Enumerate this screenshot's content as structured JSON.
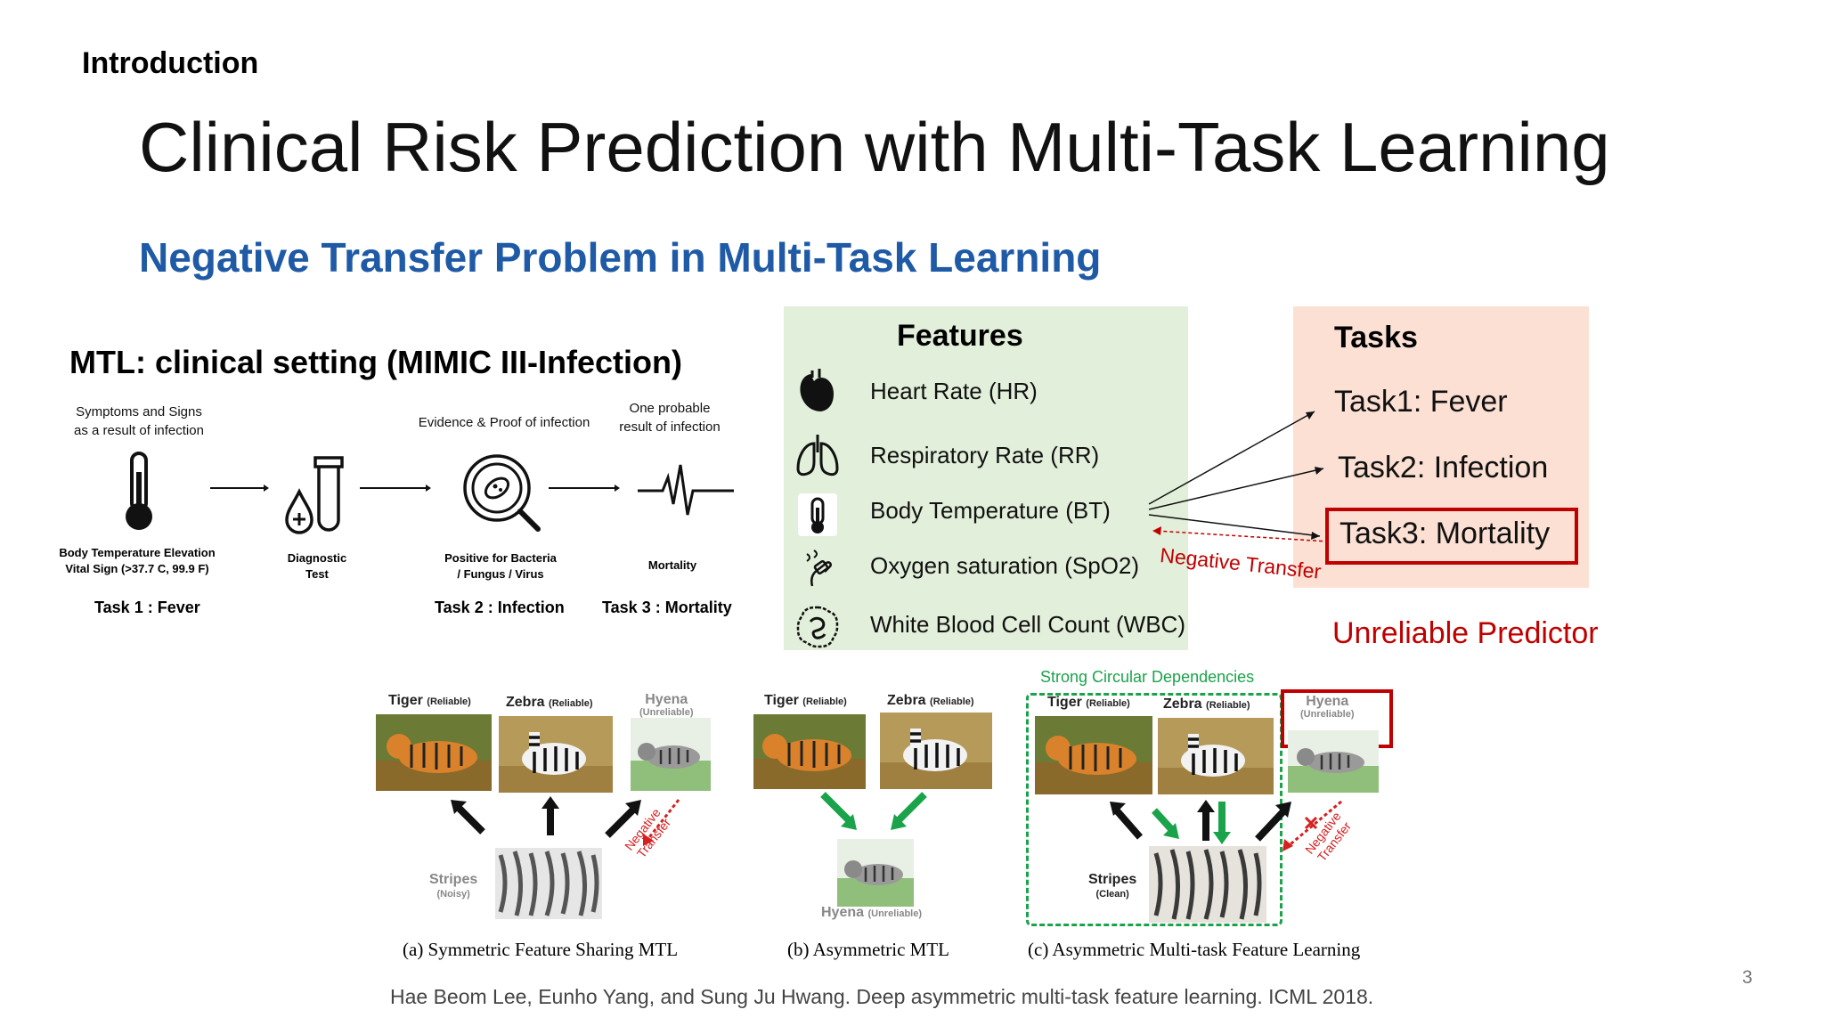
{
  "slide": {
    "section": "Introduction",
    "title": "Clinical Risk Prediction with Multi-Task Learning",
    "subtitle": "Negative Transfer Problem in Multi-Task Learning",
    "page_number": "3",
    "citation": "Hae Beom Lee, Eunho Yang, and Sung Ju Hwang. Deep asymmetric multi-task feature learning. ICML 2018."
  },
  "mtl": {
    "heading": "MTL: clinical setting (MIMIC III-Infection)",
    "top_captions": {
      "symptoms_line1": "Symptoms and Signs",
      "symptoms_line2": "as a result of infection",
      "evidence": "Evidence & Proof of infection",
      "probable_line1": "One probable",
      "probable_line2": "result of infection"
    },
    "steps": [
      {
        "icon": "thermometer-icon",
        "line1": "Body Temperature Elevation",
        "line2": "Vital Sign (>37.7 C, 99.9 F)"
      },
      {
        "icon": "test-tube-icon",
        "line1": "Diagnostic",
        "line2": "Test"
      },
      {
        "icon": "bacteria-magnifier-icon",
        "line1": "Positive for Bacteria",
        "line2": "/ Fungus / Virus"
      },
      {
        "icon": "heartbeat-icon",
        "line1": "Mortality",
        "line2": ""
      }
    ],
    "tasks": {
      "task1": "Task 1 : Fever",
      "task2": "Task 2 : Infection",
      "task3": "Task 3 : Mortality"
    }
  },
  "features": {
    "title": "Features",
    "items": [
      {
        "label": "Heart Rate (HR)",
        "icon": "heart-icon"
      },
      {
        "label": "Respiratory Rate (RR)",
        "icon": "lungs-icon"
      },
      {
        "label": "Body Temperature (BT)",
        "icon": "thermometer-icon"
      },
      {
        "label": "Oxygen saturation (SpO2)",
        "icon": "finger-oximeter-icon"
      },
      {
        "label": "White Blood Cell Count (WBC)",
        "icon": "cell-icon"
      }
    ]
  },
  "tasks_panel": {
    "title": "Tasks",
    "items": [
      "Task1: Fever",
      "Task2: Infection",
      "Task3: Mortality"
    ],
    "negative_transfer": "Negative Transfer",
    "unreliable": "Unreliable Predictor",
    "colors": {
      "highlight": "#c00000",
      "features_bg": "#e2efda",
      "tasks_bg": "#fbe0d3"
    }
  },
  "figure": {
    "strong_dependencies": "Strong Circular Dependencies",
    "tiger": "Tiger",
    "zebra": "Zebra",
    "hyena": "Hyena",
    "stripes": "Stripes",
    "reliable": "(Reliable)",
    "unreliable": "(Unreliable)",
    "noisy": "(Noisy)",
    "clean": "(Clean)",
    "neg1": "Negative",
    "neg2": "Transfer",
    "captions": {
      "a": "(a) Symmetric Feature Sharing MTL",
      "b": "(b) Asymmetric MTL",
      "c": "(c) Asymmetric Multi-task Feature Learning"
    }
  }
}
